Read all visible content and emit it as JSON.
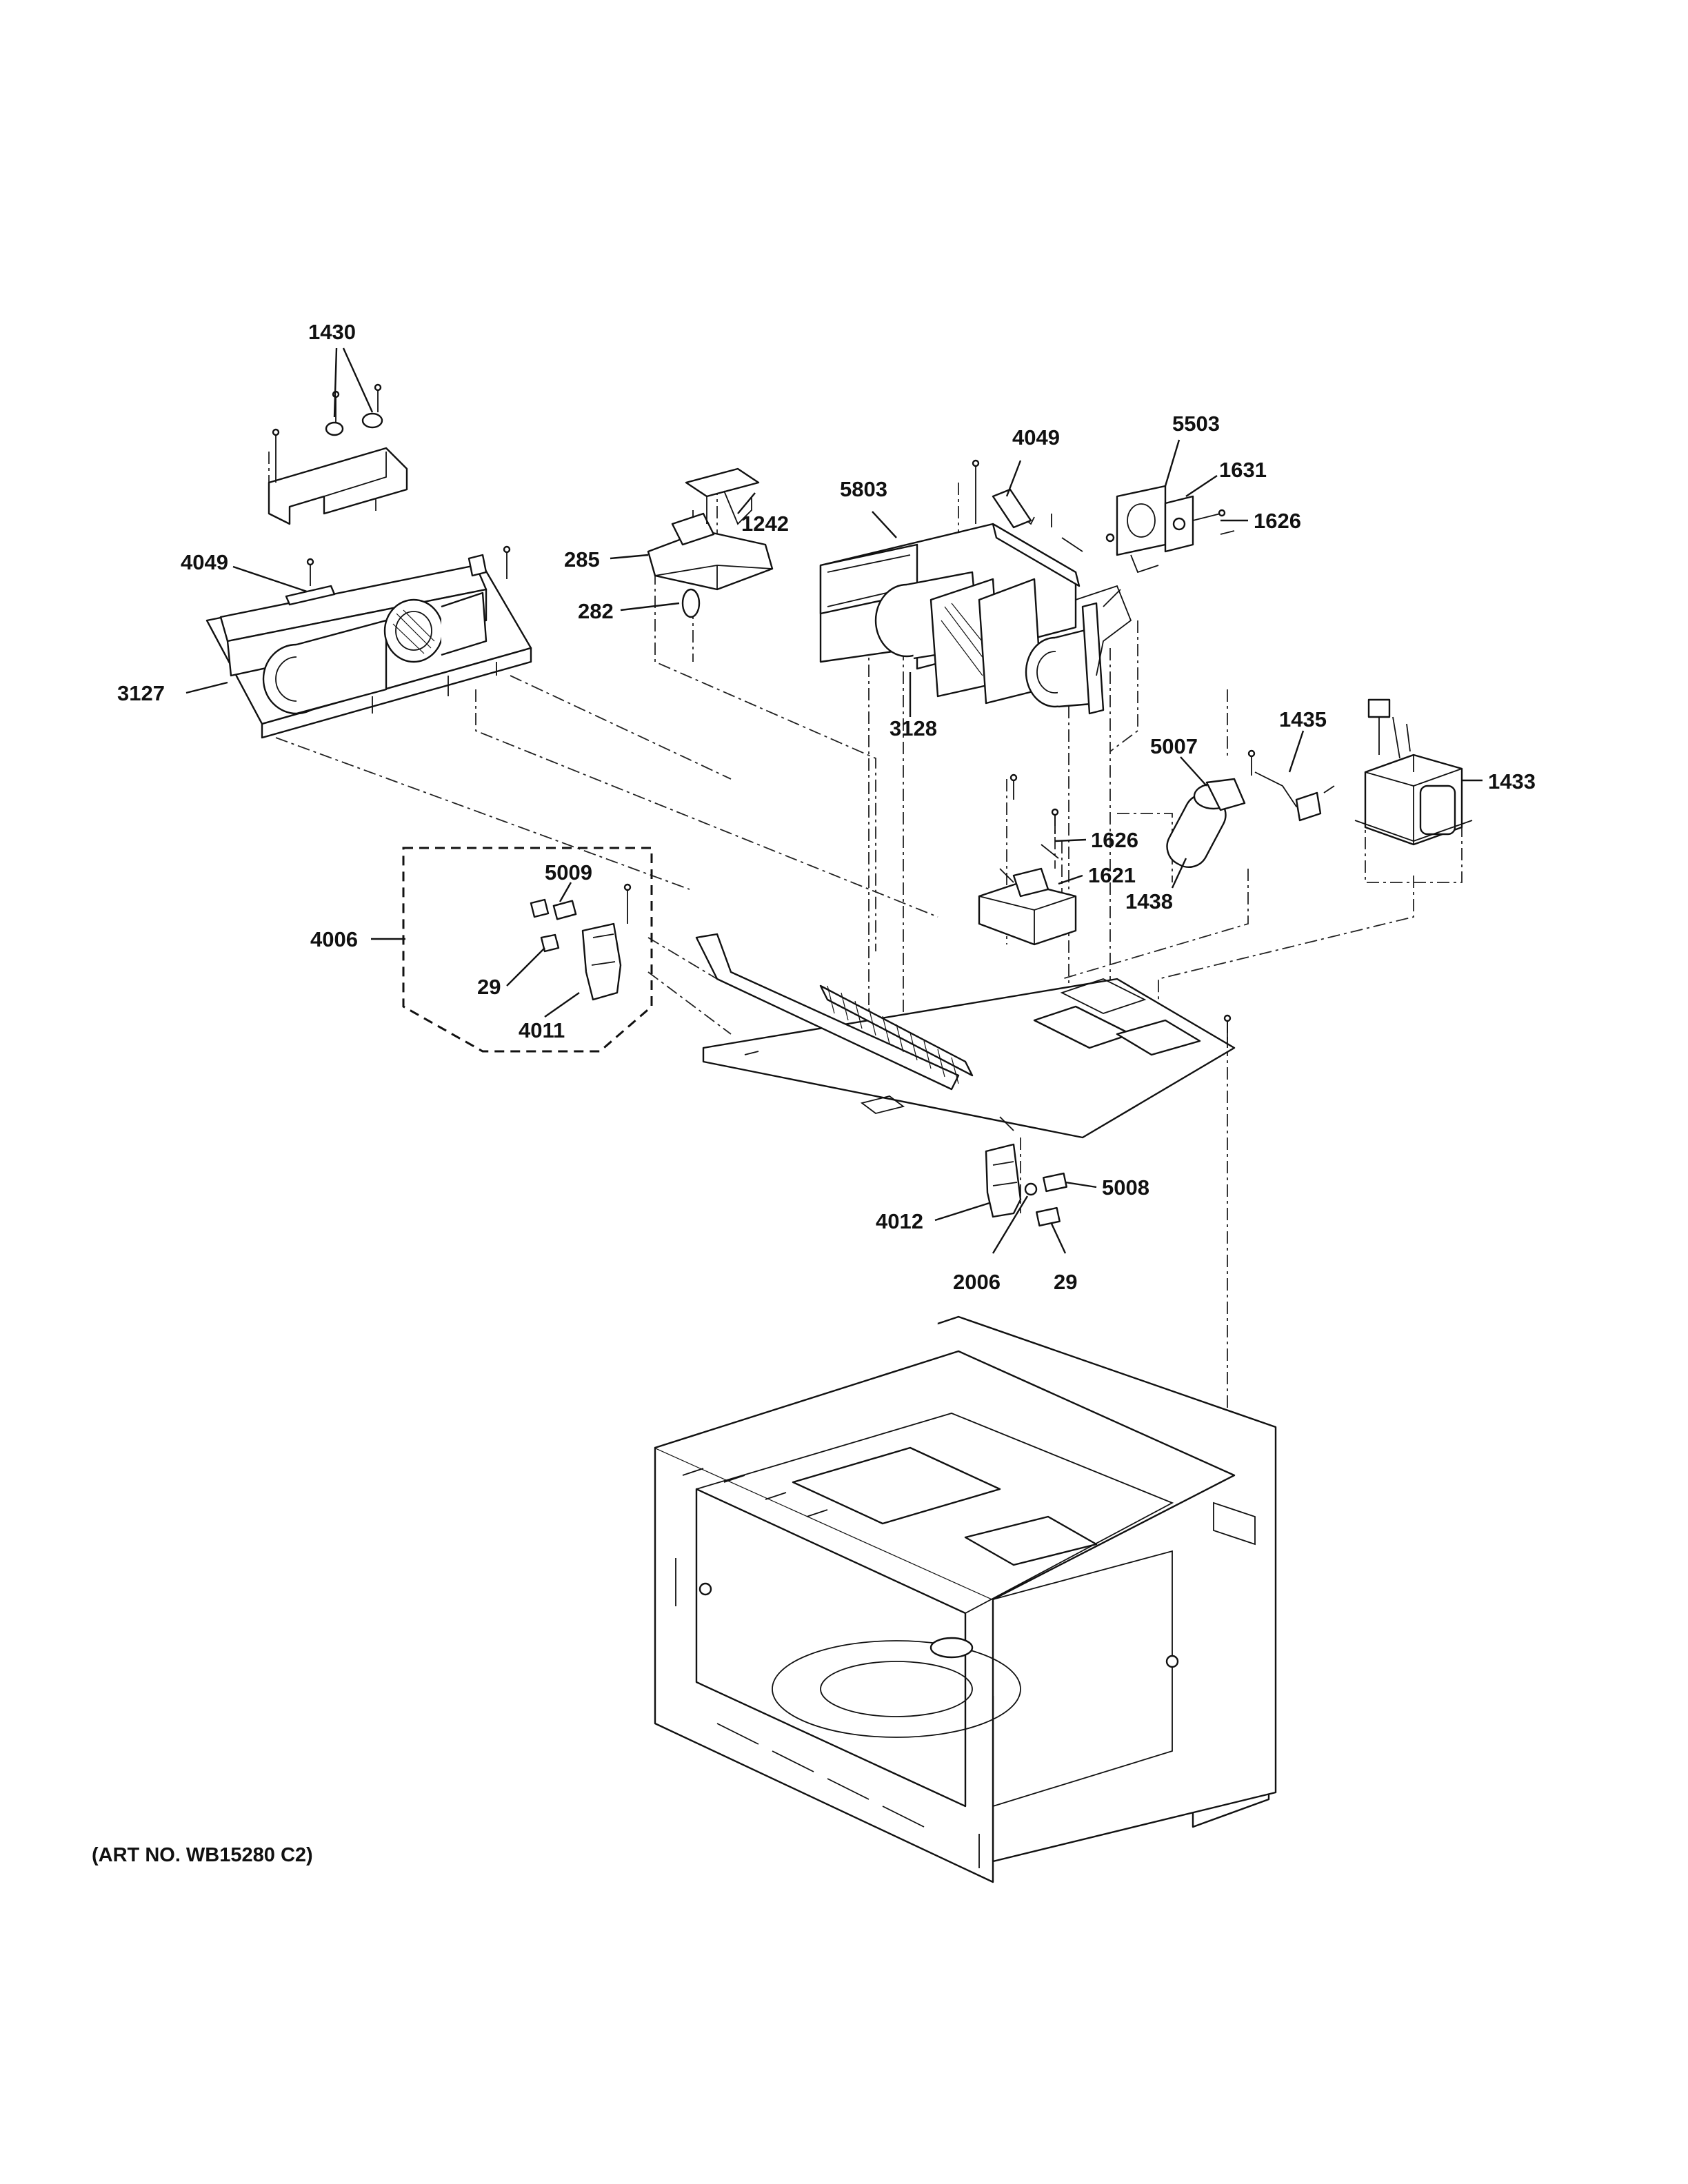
{
  "diagram": {
    "callouts": [
      {
        "id": "c1430",
        "text": "1430"
      },
      {
        "id": "c4049a",
        "text": "4049"
      },
      {
        "id": "c3127",
        "text": "3127"
      },
      {
        "id": "c1242",
        "text": "1242"
      },
      {
        "id": "c285",
        "text": "285"
      },
      {
        "id": "c282",
        "text": "282"
      },
      {
        "id": "c4049b",
        "text": "4049"
      },
      {
        "id": "c5803",
        "text": "5803"
      },
      {
        "id": "c3128",
        "text": "3128"
      },
      {
        "id": "c5503",
        "text": "5503"
      },
      {
        "id": "c1631",
        "text": "1631"
      },
      {
        "id": "c1626a",
        "text": "1626"
      },
      {
        "id": "c1435",
        "text": "1435"
      },
      {
        "id": "c1433",
        "text": "1433"
      },
      {
        "id": "c5007",
        "text": "5007"
      },
      {
        "id": "c1438",
        "text": "1438"
      },
      {
        "id": "c1626b",
        "text": "1626"
      },
      {
        "id": "c1621",
        "text": "1621"
      },
      {
        "id": "c5009",
        "text": "5009"
      },
      {
        "id": "c4006",
        "text": "4006"
      },
      {
        "id": "c29a",
        "text": "29"
      },
      {
        "id": "c4011",
        "text": "4011"
      },
      {
        "id": "c5008",
        "text": "5008"
      },
      {
        "id": "c4012",
        "text": "4012"
      },
      {
        "id": "c2006",
        "text": "2006"
      },
      {
        "id": "c29b",
        "text": "29"
      }
    ],
    "art_number": "(ART NO. WB15280 C2)"
  }
}
